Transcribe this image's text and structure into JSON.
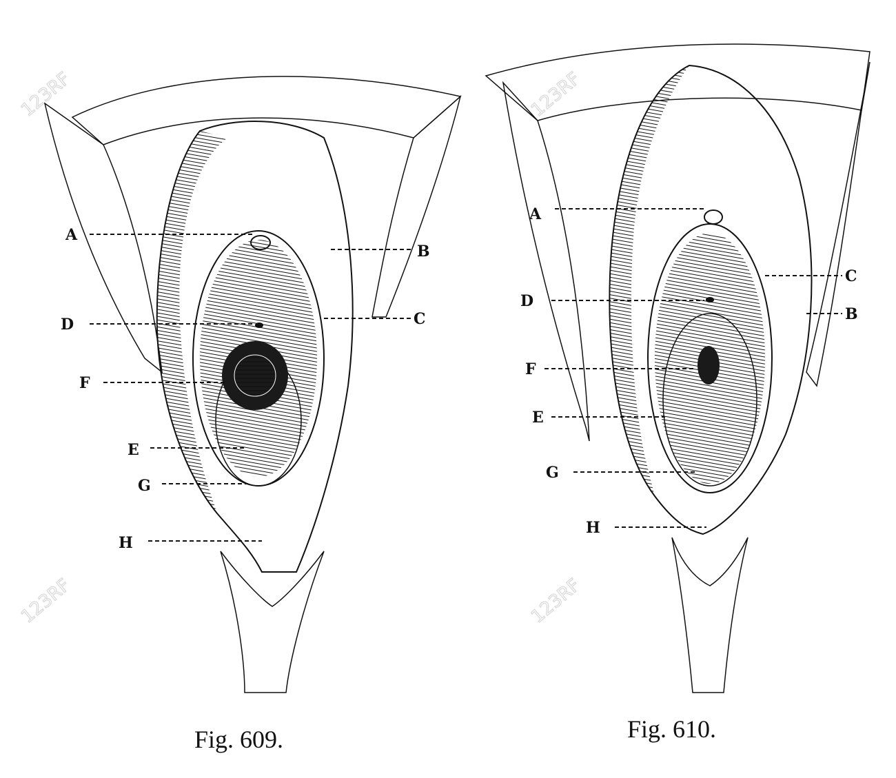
{
  "figures": [
    {
      "caption": "Fig. 609.",
      "labels": {
        "A": "A",
        "B": "B",
        "C": "C",
        "D": "D",
        "E": "E",
        "F": "F",
        "G": "G",
        "H": "H"
      }
    },
    {
      "caption": "Fig. 610.",
      "labels": {
        "A": "A",
        "B": "B",
        "C": "C",
        "D": "D",
        "E": "E",
        "F": "F",
        "G": "G",
        "H": "H"
      }
    }
  ],
  "watermark": "123RF"
}
